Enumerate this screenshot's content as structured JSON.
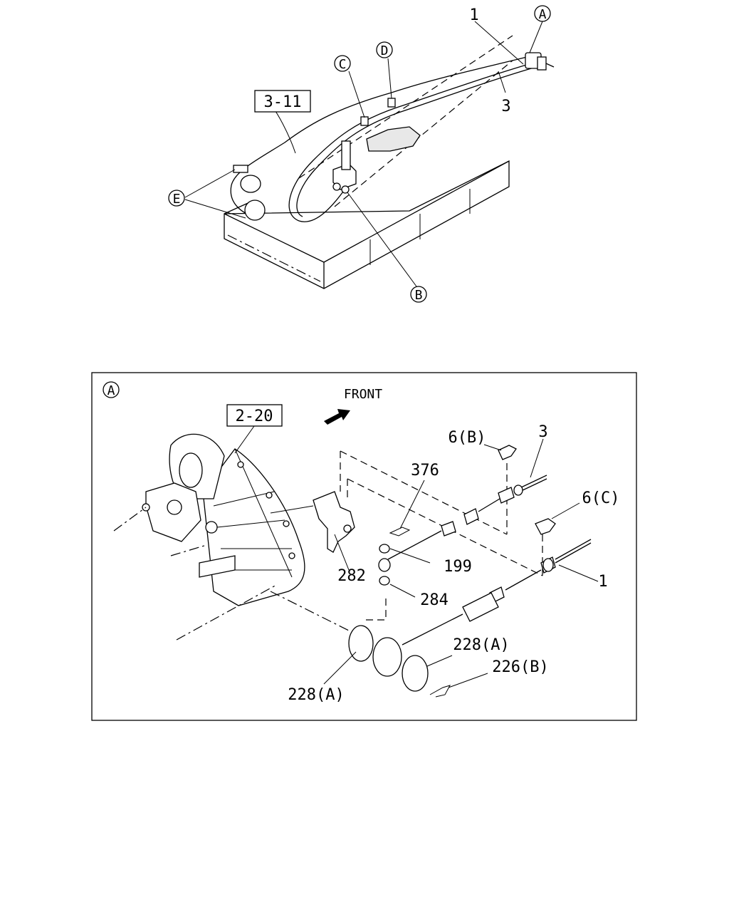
{
  "top_view": {
    "ref_box": "3-11",
    "callouts": {
      "A": "A",
      "B": "B",
      "C": "C",
      "D": "D",
      "E": "E"
    },
    "part_labels": {
      "p1": "1",
      "p3": "3"
    }
  },
  "detail_view": {
    "section_callout": "A",
    "front_label": "FRONT",
    "ref_box": "2-20",
    "part_labels": {
      "p6b": "6(B)",
      "p3": "3",
      "p376": "376",
      "p6c": "6(C)",
      "p199": "199",
      "p1": "1",
      "p282": "282",
      "p284": "284",
      "p228a_right": "228(A)",
      "p226b": "226(B)",
      "p228a_left": "228(A)"
    }
  }
}
